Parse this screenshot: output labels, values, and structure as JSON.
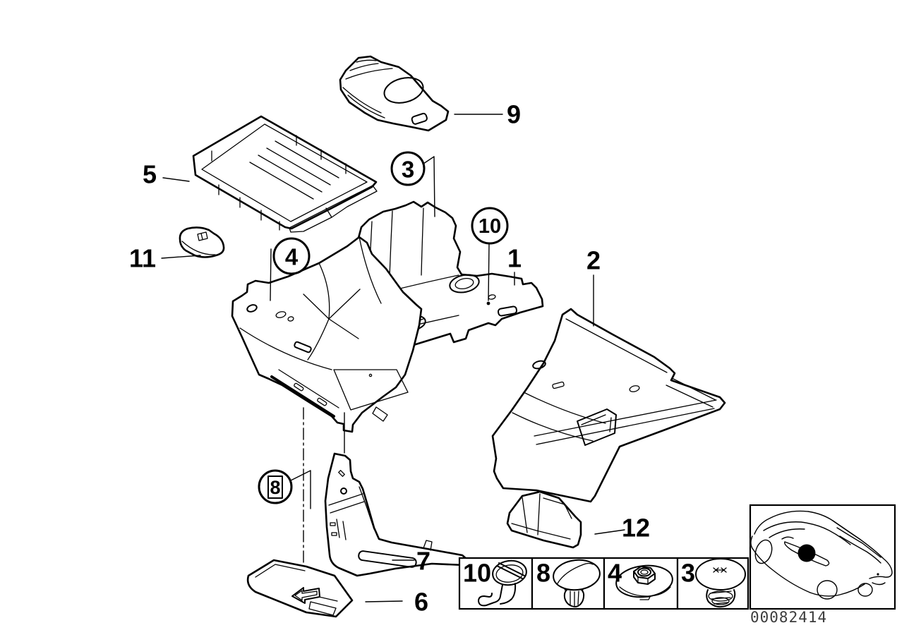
{
  "page": {
    "background": "#ffffff",
    "ink_color": "#000000"
  },
  "callouts": {
    "c1": "1",
    "c2": "2",
    "c3": "3",
    "c4": "4",
    "c5": "5",
    "c6": "6",
    "c7": "7",
    "c8": "8",
    "c9": "9",
    "c10": "10",
    "c11": "11",
    "c12": "12"
  },
  "legend": {
    "items": [
      {
        "number": "10",
        "icon": "turnlock-hook-clip-icon"
      },
      {
        "number": "8",
        "icon": "dome-expanding-clip-icon"
      },
      {
        "number": "4",
        "icon": "plastic-nut-washer-icon"
      },
      {
        "number": "3",
        "icon": "dome-expanding-rivet-icon"
      }
    ]
  },
  "car_inset": {
    "icon": "car-three-quarter-view-icon",
    "marker_icon": "floor-location-dot"
  },
  "footer": {
    "image_code": "00082414"
  }
}
